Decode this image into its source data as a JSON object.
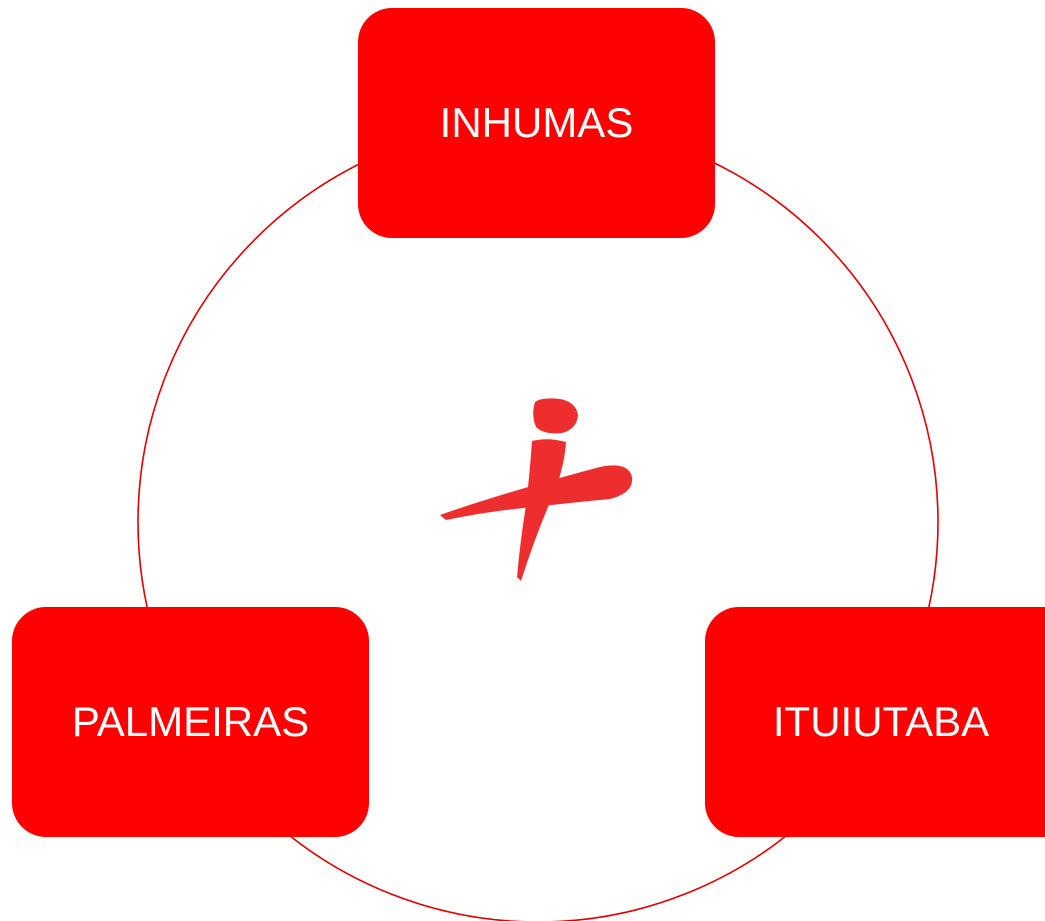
{
  "diagram": {
    "type": "cycle",
    "nodes": [
      {
        "id": "top",
        "label": "INHUMAS"
      },
      {
        "id": "right",
        "label": "ITUIUTABA"
      },
      {
        "id": "left",
        "label": "PALMEIRAS"
      }
    ],
    "center_logo_icon": "red-plus-figure-logo",
    "colors": {
      "node_fill": "#ff0000",
      "node_text": "#ffffff",
      "ring_stroke": "#e00000",
      "logo": "#ee2e2e"
    }
  }
}
